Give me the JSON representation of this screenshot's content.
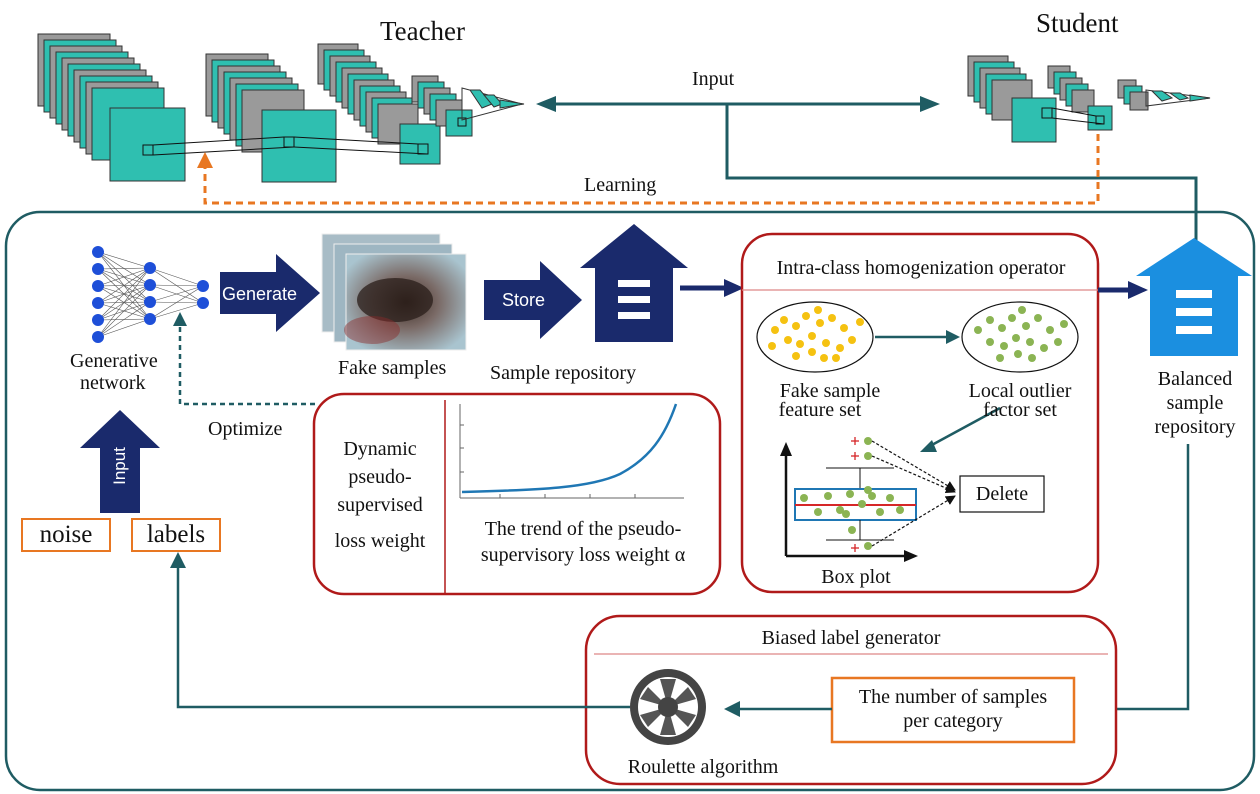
{
  "top": {
    "teacher_title": "Teacher",
    "student_title": "Student",
    "input_label": "Input",
    "learning_label": "Learning"
  },
  "generator": {
    "network_label_1": "Generative",
    "network_label_2": "network",
    "generate_label": "Generate",
    "fake_samples_label": "Fake samples",
    "store_label": "Store",
    "repository_label": "Sample repository",
    "optimize_label": "Optimize",
    "input_arrow_label": "Input",
    "noise_label": "noise",
    "labels_label": "labels"
  },
  "loss_panel": {
    "title_lines": [
      "Dynamic",
      "pseudo-",
      "supervised",
      "loss weight"
    ],
    "caption_line_1": "The trend of  the pseudo-",
    "caption_line_2": "supervisory loss weight α"
  },
  "homogenization": {
    "title": "Intra-class homogenization operator",
    "fake_set_line_1": "Fake sample",
    "fake_set_line_2": "feature set",
    "lof_line_1": "Local outlier",
    "lof_line_2": "factor set",
    "box_plot_label": "Box plot",
    "delete_label": "Delete"
  },
  "balanced": {
    "line_1": "Balanced",
    "line_2": "sample",
    "line_3": "repository"
  },
  "biased": {
    "title": "Biased label generator",
    "count_line_1": "The number of samples",
    "count_line_2": "per category",
    "roulette_label": "Roulette algorithm"
  },
  "colors": {
    "teal_box": "#2fbfb0",
    "teal_line": "#1f5c63",
    "navy": "#1a2a6c",
    "orange": "#e87722",
    "dark_red": "#b01a1a",
    "sky_blue": "#1b8fe0",
    "yellow_dots": "#f5c211",
    "green_dots": "#8bb453",
    "node_blue": "#1e4fd8"
  }
}
